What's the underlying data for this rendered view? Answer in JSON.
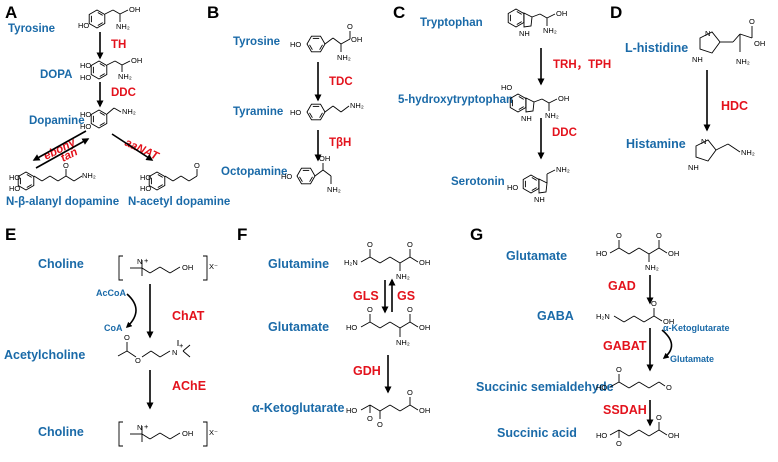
{
  "panels": {
    "A": {
      "letter": "A",
      "compounds": [
        "Tyrosine",
        "DOPA",
        "Dopamine",
        "N-β-alanyl dopamine",
        "N-acetyl dopamine"
      ],
      "enzymes": [
        "TH",
        "DDC",
        "ebony",
        "tan",
        "aaNAT"
      ]
    },
    "B": {
      "letter": "B",
      "compounds": [
        "Tyrosine",
        "Tyramine",
        "Octopamine"
      ],
      "enzymes": [
        "TDC",
        "TβH"
      ]
    },
    "C": {
      "letter": "C",
      "compounds": [
        "Tryptophan",
        "5-hydroxytryptophan",
        "Serotonin"
      ],
      "enzymes": [
        "TRH，TPH",
        "DDC"
      ]
    },
    "D": {
      "letter": "D",
      "compounds": [
        "L-histidine",
        "Histamine"
      ],
      "enzymes": [
        "HDC"
      ]
    },
    "E": {
      "letter": "E",
      "compounds": [
        "Choline",
        "Acetylcholine",
        "Choline"
      ],
      "enzymes": [
        "ChAT",
        "AChE"
      ],
      "cofactors": [
        "AcCoA",
        "CoA"
      ]
    },
    "F": {
      "letter": "F",
      "compounds": [
        "Glutamine",
        "Glutamate",
        "α-Ketoglutarate"
      ],
      "enzymes": [
        "GLS",
        "GS",
        "GDH"
      ]
    },
    "G": {
      "letter": "G",
      "compounds": [
        "Glutamate",
        "GABA",
        "Succinic semialdehyde",
        "Succinic acid"
      ],
      "enzymes": [
        "GAD",
        "GABAT",
        "SSDAH"
      ],
      "cofactors": [
        "α-Ketoglutarate",
        "Glutamate"
      ]
    }
  },
  "atoms": {
    "OH": "OH",
    "HO": "HO",
    "NH2": "NH₂",
    "NH": "NH",
    "N": "N",
    "O": "O",
    "H2N": "H₂N",
    "Xminus": "X⁻"
  }
}
